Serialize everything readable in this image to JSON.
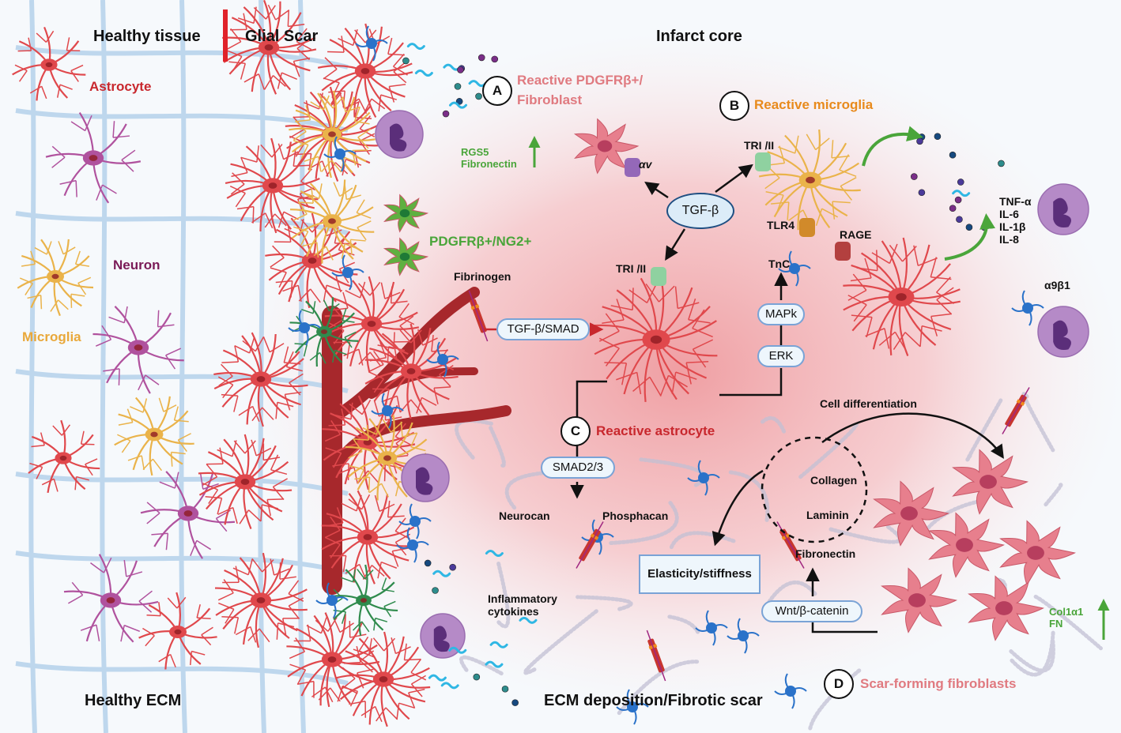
{
  "regions": {
    "healthy_tissue": "Healthy tissue",
    "glial_scar": "Glial Scar",
    "infarct_core": "Infarct core",
    "healthy_ecm": "Healthy ECM",
    "ecm_deposition": "ECM deposition/Fibrotic scar"
  },
  "cell_types": {
    "astrocyte": "Astrocyte",
    "neuron": "Neuron",
    "microglia": "Microglia",
    "pericyte": "PDGFRβ+/NG2+",
    "fibrinogen": "Fibrinogen"
  },
  "panels": {
    "A": {
      "letter": "A",
      "title_line1": "Reactive PDGFRβ+/",
      "title_line2": "Fibroblast",
      "upregulated": [
        "RGS5",
        "Fibronectin"
      ],
      "receptor": "αv"
    },
    "B": {
      "letter": "B",
      "title": "Reactive microglia",
      "receptor_tr": "TRI /II",
      "tlr4": "TLR4",
      "rage": "RAGE",
      "tnc": "TnC",
      "cytokines": [
        "TNF-α",
        "IL-6",
        "IL-1β",
        "IL-8"
      ],
      "integrin": "α9β1"
    },
    "C": {
      "letter": "C",
      "title": "Reactive astrocyte",
      "receptor_tr": "TRI /II",
      "smad": "SMAD2/3",
      "neurocan": "Neurocan",
      "phosphacan": "Phosphacan",
      "inflammatory_line1": "Inflammatory",
      "inflammatory_line2": "cytokines"
    },
    "D": {
      "letter": "D",
      "title": "Scar-forming fibroblasts",
      "upregulated": [
        "Col1α1",
        "FN"
      ]
    }
  },
  "signaling": {
    "tgfb": "TGF-β",
    "tgfb_smad": "TGF-β/SMAD",
    "mapk": "MAPk",
    "erk": "ERK",
    "wnt": "Wnt/β-catenin",
    "elasticity": "Elasticity/stiffness",
    "cell_diff": "Cell differentiation",
    "collagen": "Collagen",
    "laminin": "Laminin",
    "fibronectin": "Fibronectin"
  },
  "colors": {
    "astrocyte": "#e0484c",
    "neuron": "#b0529e",
    "microglia": "#eab34a",
    "fibroblast": "#e77f8d",
    "pericyte": "#5fb040",
    "vessel": "#a7282c",
    "ecm_fiber": "#b9d4ec",
    "macrophage": "#b58ac7",
    "scar_mesh": "#c2c0d4",
    "infarct_glow": "#f0a3a6",
    "up_arrow": "#4aa53a"
  }
}
